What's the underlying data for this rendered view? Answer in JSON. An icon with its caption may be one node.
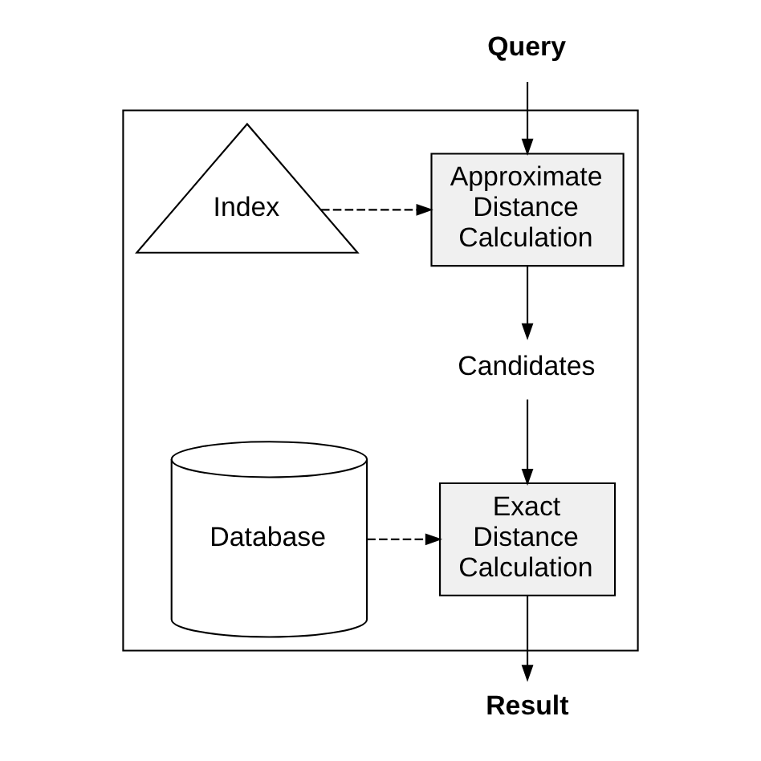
{
  "diagram": {
    "nodes": [
      {
        "text": [
          "Query"
        ]
      },
      {
        "text": [],
        "shape": "box"
      },
      {
        "text": [
          "Approximate Distance Calculation"
        ],
        "in": 1
      },
      {
        "text": [
          "Index"
        ],
        "in": 1
      },
      {
        "text": [
          "Candidates"
        ],
        "in": 1
      },
      {
        "text": [
          "Database"
        ],
        "in": 1
      },
      {
        "text": [
          "Exact Distance Calculation"
        ],
        "in": 1
      },
      {
        "text": [
          "Result"
        ]
      }
    ],
    "edges": [
      {
        "from": 0,
        "to": 2,
        "arrow": "to"
      },
      {
        "from": 3,
        "to": 2,
        "arrow": "to",
        "style": "dashed"
      },
      {
        "from": 2,
        "to": 4,
        "arrow": "to"
      },
      {
        "from": 4,
        "to": 6,
        "arrow": "to"
      },
      {
        "from": 5,
        "to": 6,
        "arrow": "to",
        "style": "dashed"
      },
      {
        "from": 6,
        "to": 7,
        "arrow": "to"
      }
    ]
  }
}
